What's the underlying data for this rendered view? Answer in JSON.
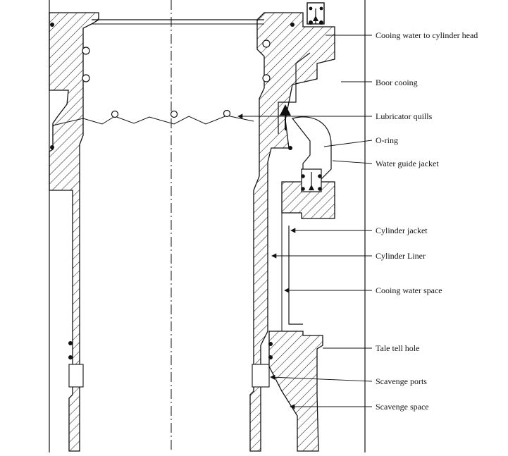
{
  "diagram": {
    "labels": {
      "cooling_water_to_head": "Cooing water to cylinder head",
      "bore_cooling": "Boor cooing",
      "lubricator_quills": "Lubricator quills",
      "o_ring": "O-ring",
      "water_guide_jacket": "Water guide jacket",
      "cylinder_jacket": "Cylinder jacket",
      "cylinder_liner": "Cylinder Liner",
      "cooling_water_space": "Cooing water space",
      "tell_tale_hole": "Tale tell hole",
      "scavenge_ports": "Scavenge ports",
      "scavenge_space": "Scavenge space"
    }
  }
}
